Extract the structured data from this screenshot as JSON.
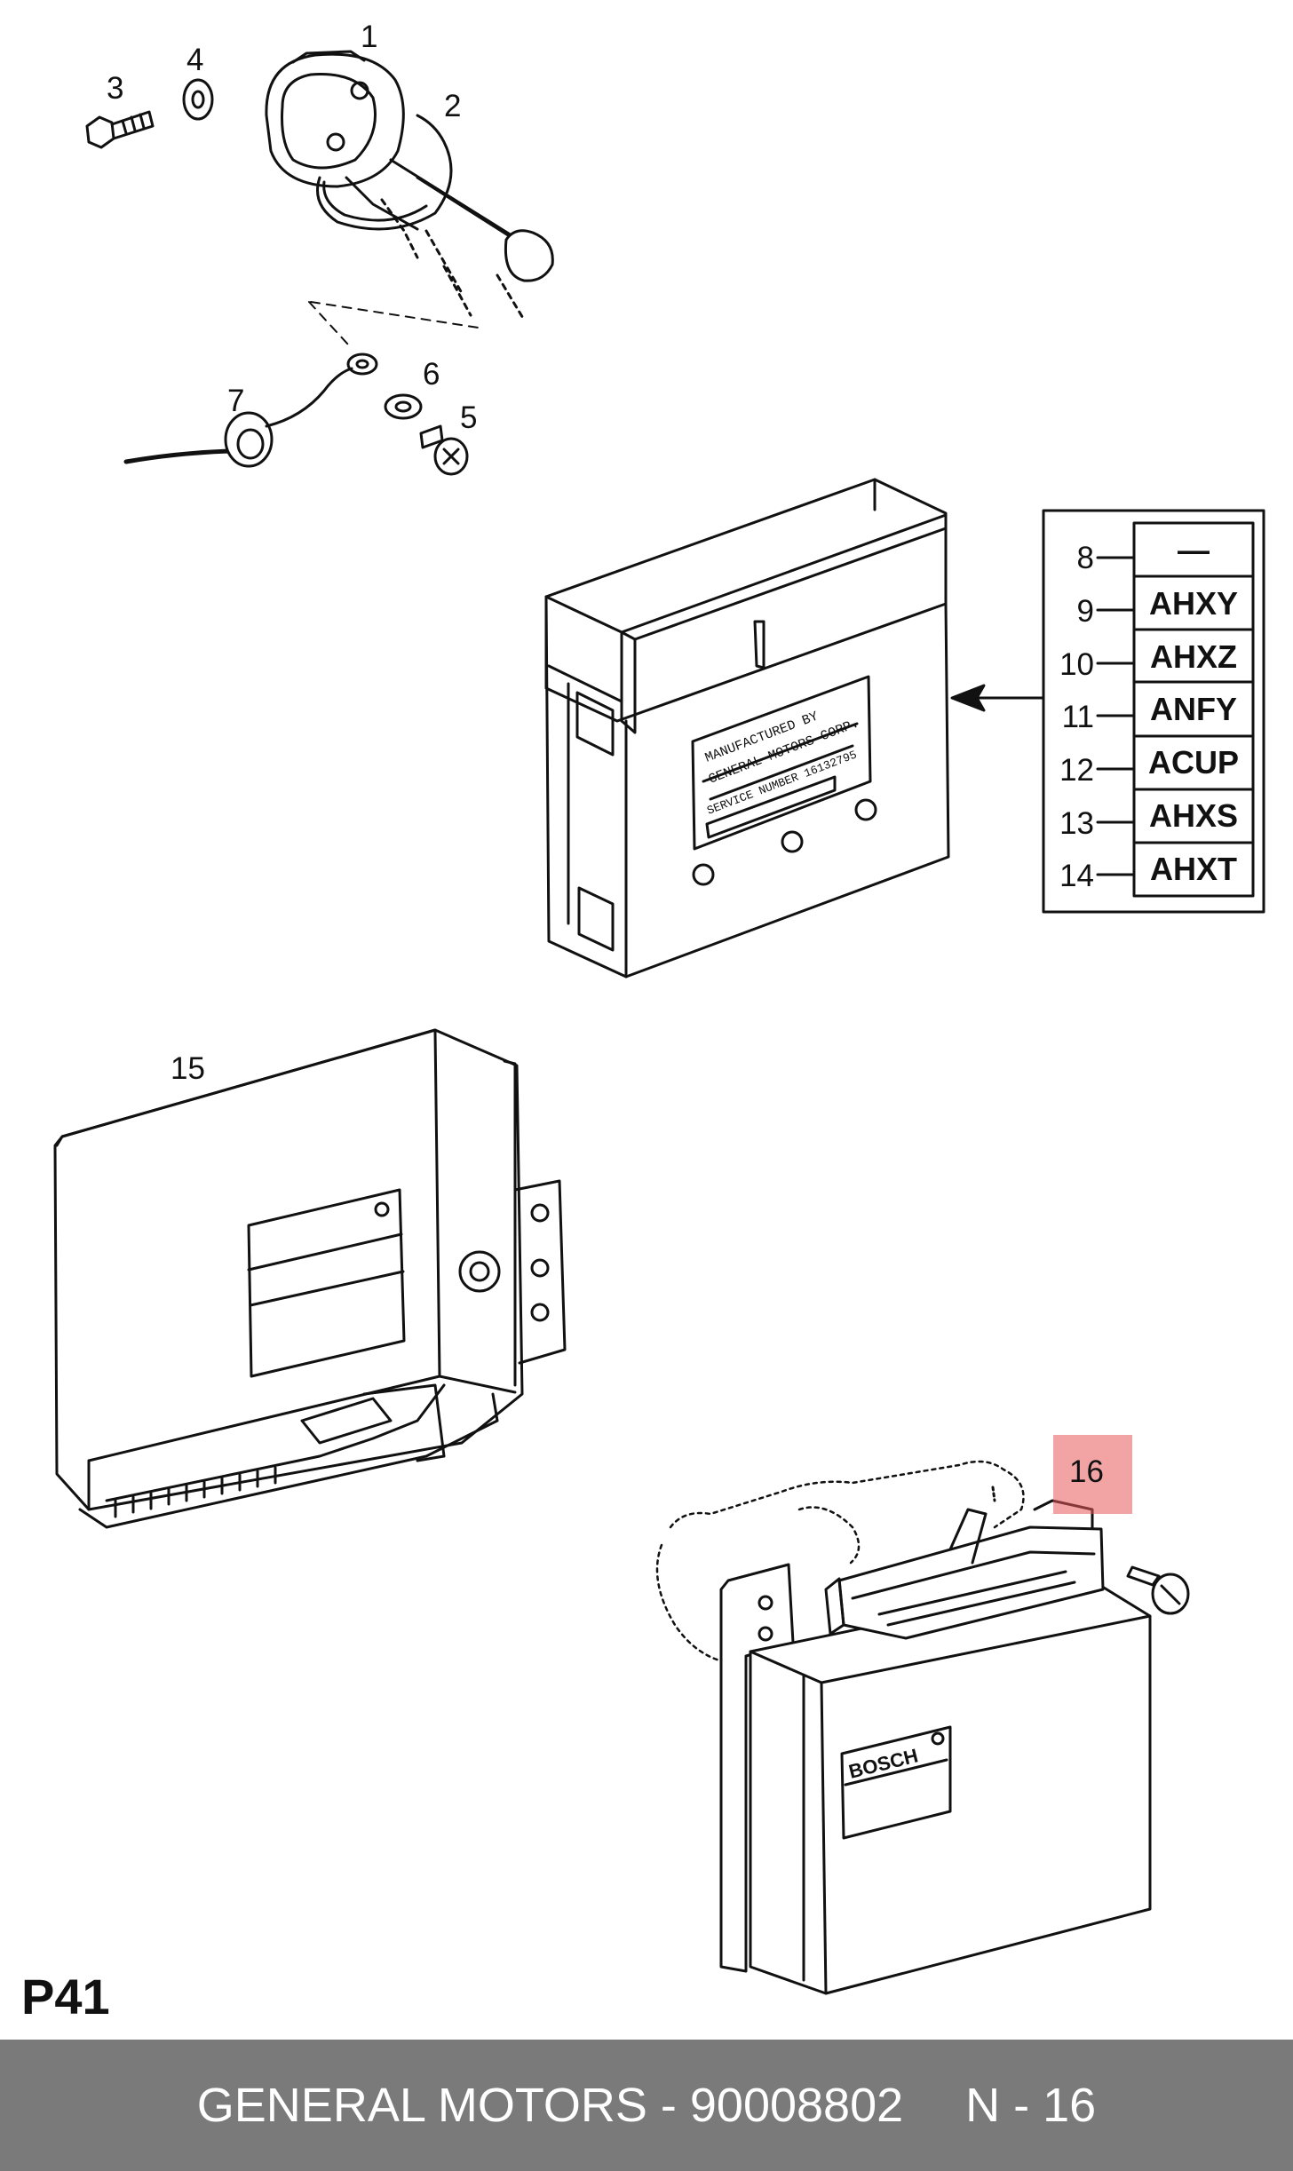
{
  "diagram": {
    "page_code": "P41",
    "callouts": [
      "1",
      "2",
      "3",
      "4",
      "5",
      "6",
      "7",
      "15",
      "16"
    ],
    "variant_table": {
      "rows": [
        {
          "number": "8",
          "code": "—"
        },
        {
          "number": "9",
          "code": "AHXY"
        },
        {
          "number": "10",
          "code": "AHXZ"
        },
        {
          "number": "11",
          "code": "ANFY"
        },
        {
          "number": "12",
          "code": "ACUP"
        },
        {
          "number": "13",
          "code": "AHXS"
        },
        {
          "number": "14",
          "code": "AHXT"
        }
      ]
    },
    "ecu_label": {
      "line1": "MANUFACTURED BY",
      "line2": "GENERAL MOTORS CORP.",
      "line3": "SERVICE NUMBER 16132795"
    },
    "bosch_label": "BOSCH",
    "highlight_color": "#e85a5a"
  },
  "footer": {
    "brand": "GENERAL MOTORS",
    "separator": "-",
    "part_number": "90008802",
    "page_label": "N - 16"
  }
}
